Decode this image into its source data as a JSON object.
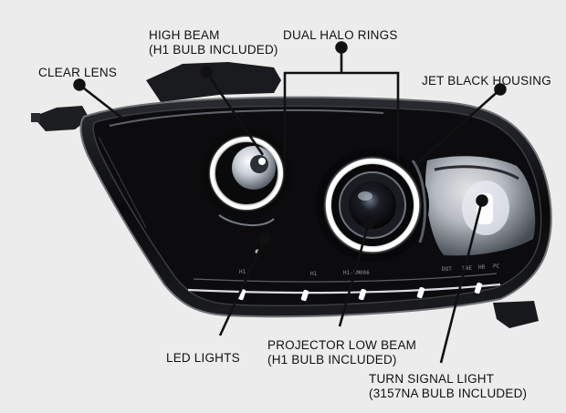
{
  "labels": {
    "high_beam": [
      "HIGH BEAM",
      "(H1 BULB INCLUDED)"
    ],
    "dual_halo": "DUAL HALO RINGS",
    "clear_lens": "CLEAR LENS",
    "jet_black": "JET BLACK HOUSING",
    "led_lights": "LED LIGHTS",
    "projector": [
      "PROJECTOR LOW BEAM",
      "(H1 BULB INCLUDED)"
    ],
    "turn_signal": [
      "TURN SIGNAL LIGHT",
      "(3157NA BULB INCLUDED)"
    ]
  },
  "lens_markings": [
    "H1",
    "H1",
    "H1-HM006",
    "DOT",
    "SAE",
    "HR",
    "PC"
  ],
  "colors": {
    "background": "#ececec",
    "housing": "#0d0d0f",
    "halo": "#ffffff",
    "callout": "#111111"
  }
}
